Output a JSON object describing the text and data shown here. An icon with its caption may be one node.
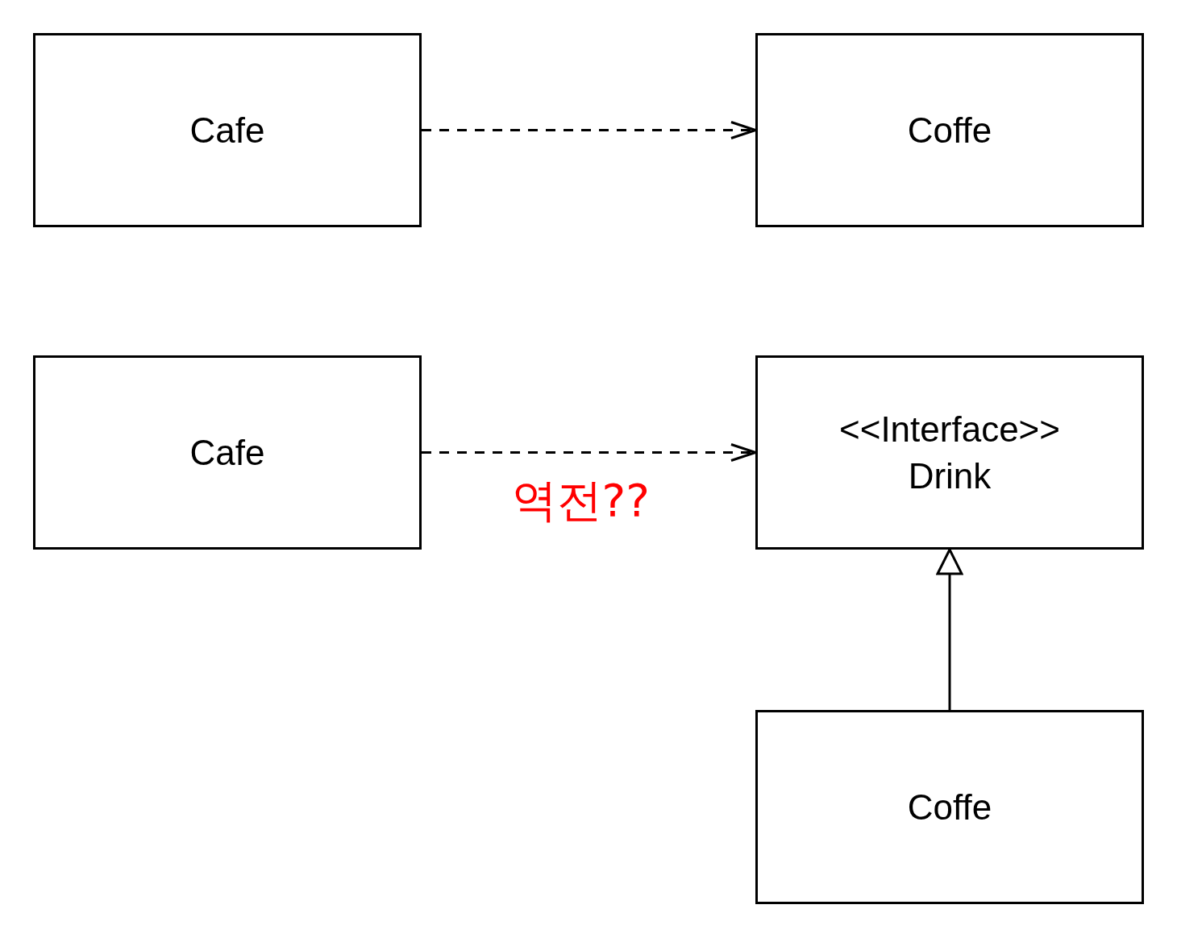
{
  "diagram": {
    "nodes": [
      {
        "text": [
          "Cafe"
        ]
      },
      {
        "text": [
          "Coffe"
        ]
      },
      {
        "text": [
          "Cafe"
        ]
      },
      {
        "text": [
          "<<Interface>>",
          "Drink"
        ]
      },
      {
        "text": [
          "Coffe"
        ]
      }
    ],
    "edges": [
      {
        "from": 0,
        "to": 1,
        "arrow": "to",
        "style": "dashed"
      },
      {
        "from": 2,
        "to": 3,
        "arrow": "to",
        "style": "dashed",
        "label": "역전??"
      },
      {
        "from": 4,
        "to": 3,
        "arrow": "to"
      }
    ]
  }
}
